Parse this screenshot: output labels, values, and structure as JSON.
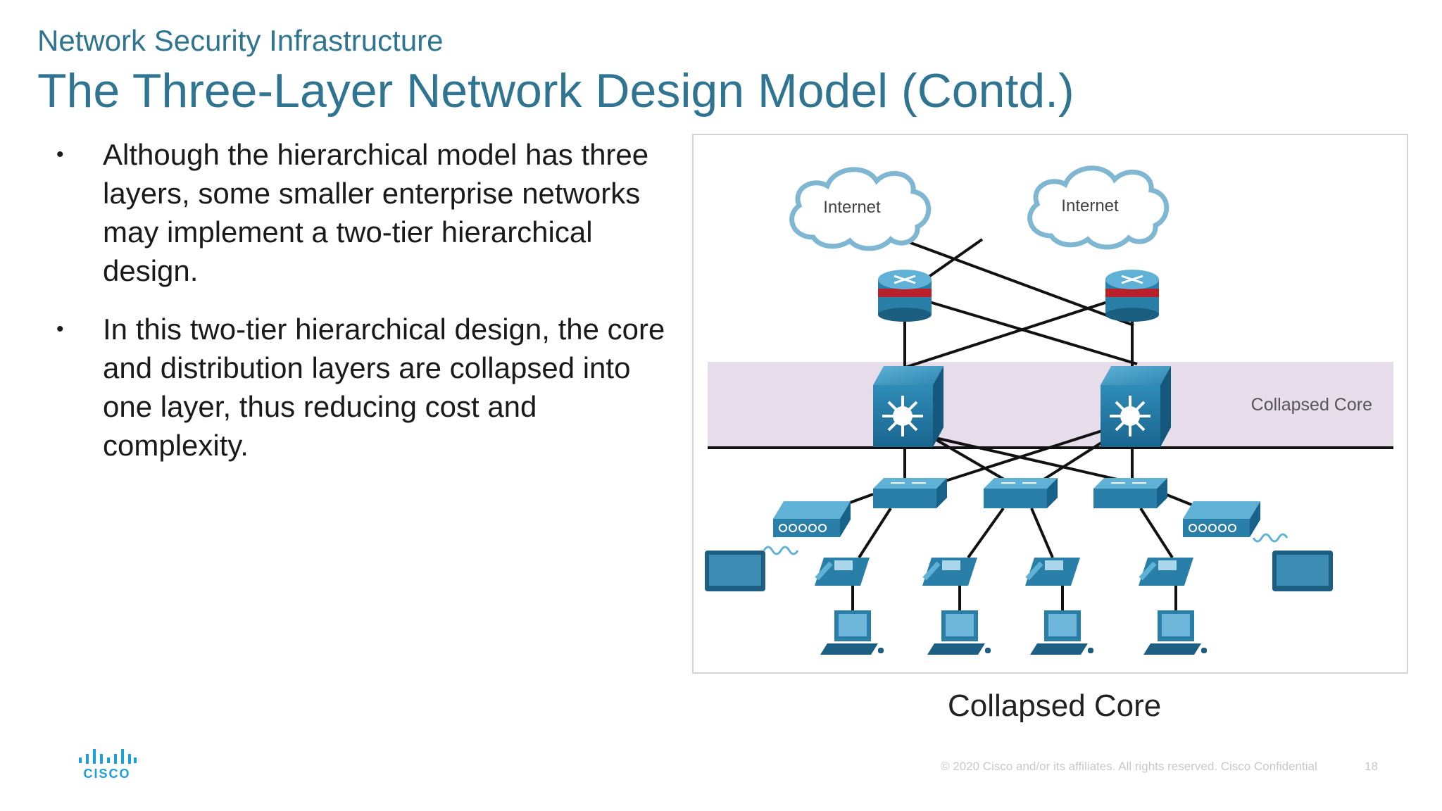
{
  "header": {
    "subtitle": "Network Security Infrastructure",
    "title": "The Three-Layer Network Design Model (Contd.)"
  },
  "bullets": [
    {
      "text": "Although the hierarchical model has three layers, some smaller enterprise networks may implement a two-tier hierarchical design."
    },
    {
      "text": "In this two-tier hierarchical design, the core and distribution layers are collapsed into one layer, thus reducing cost and complexity."
    }
  ],
  "diagram": {
    "cloud_labels": [
      "Internet",
      "Internet"
    ],
    "band_label": "Collapsed Core",
    "access_switch_count": 3,
    "phone_count": 4,
    "pc_count": 4,
    "colors": {
      "device_blue": "#2a7fa8",
      "band": "#e6dcea",
      "router_red": "#b8202a"
    }
  },
  "caption": "Collapsed Core",
  "footer": {
    "copyright": "© 2020 Cisco and/or its affiliates. All rights reserved.  Cisco Confidential",
    "page": "18",
    "logo_text": "CISCO"
  }
}
